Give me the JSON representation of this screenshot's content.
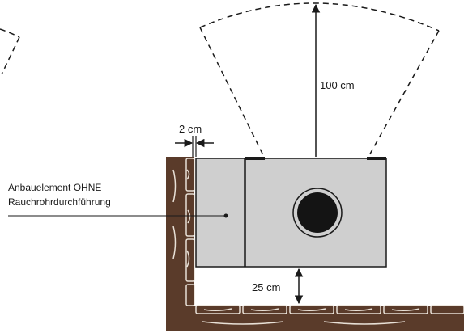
{
  "labels": {
    "clearance_front": "100 cm",
    "clearance_bottom": "25 cm",
    "gap_wall": "2 cm",
    "component_line1": "Anbauelement OHNE",
    "component_line2": "Rauchrohrdurchführung"
  },
  "colors": {
    "wall_wood": "#5a3b2a",
    "wood_grain": "#e8e0d6",
    "stove_fill": "#cfcfcf",
    "outline": "#1a1a1a",
    "flue_opening": "#141414"
  }
}
